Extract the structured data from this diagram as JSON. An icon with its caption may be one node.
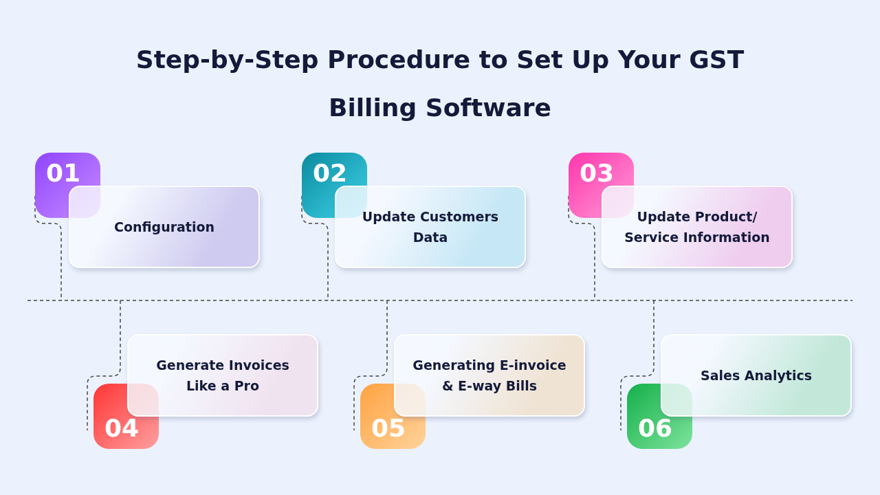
{
  "diagram": {
    "title": "Step-by-Step Procedure to Set Up Your GST Billing Software",
    "nodes": [
      {
        "text": [
          "01"
        ]
      },
      {
        "text": [
          "Configuration"
        ]
      },
      {
        "text": [
          "02"
        ]
      },
      {
        "text": [
          "Update Customers Data"
        ]
      },
      {
        "text": [
          "03"
        ]
      },
      {
        "text": [
          "Update Product/ Service Information"
        ]
      },
      {
        "text": [
          "04"
        ]
      },
      {
        "text": [
          "Generate Invoices Like a Pro"
        ]
      },
      {
        "text": [
          "05"
        ]
      },
      {
        "text": [
          "Generating E-invoice & E-way Bills"
        ]
      },
      {
        "text": [
          "06"
        ]
      },
      {
        "text": [
          "Sales Analytics"
        ]
      }
    ]
  }
}
